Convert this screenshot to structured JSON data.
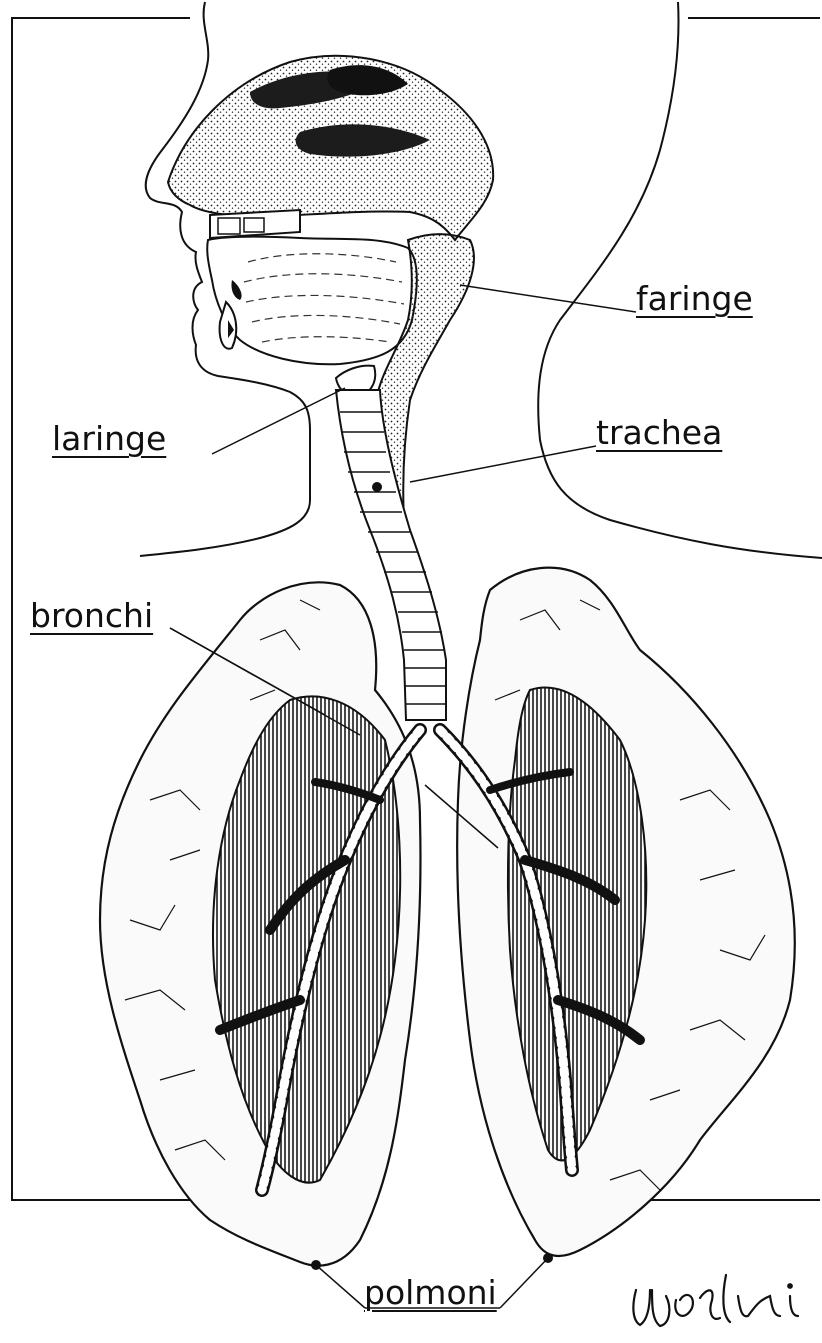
{
  "labels": {
    "faringe": "faringe",
    "laringe": "laringe",
    "trachea": "trachea",
    "bronchi": "bronchi",
    "polmoni": "polmoni"
  },
  "signature": "ugolini",
  "colors": {
    "ink": "#111111",
    "paper": "#ffffff",
    "tissue": "#f2f2f2",
    "dark": "#2a2a2a"
  }
}
